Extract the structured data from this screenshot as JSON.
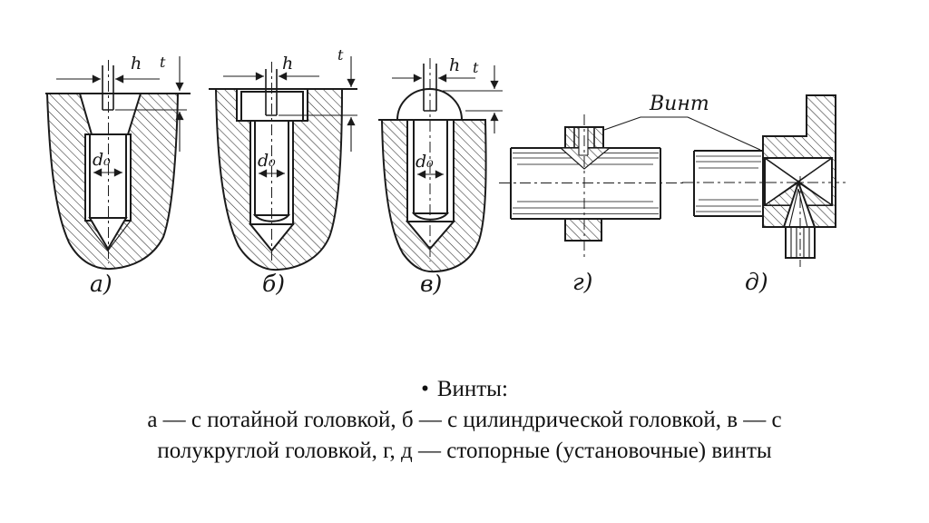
{
  "canvas": {
    "background": "#ffffff",
    "ink": "#1b1b1b"
  },
  "dims": {
    "h": "h",
    "t": "t",
    "d0": "d₀"
  },
  "callout": "Винт",
  "figures": [
    {
      "label": "а)"
    },
    {
      "label": "б)"
    },
    {
      "label": "в)"
    },
    {
      "label": "г)"
    },
    {
      "label": "д)"
    }
  ],
  "caption": {
    "bullet": "•",
    "title": "Винты:",
    "line2": "а — с потайной головкой, б — с цилиндрической головкой, в — с",
    "line3": "полукруглой головкой, г, д — стопорные (установочные) винты"
  }
}
